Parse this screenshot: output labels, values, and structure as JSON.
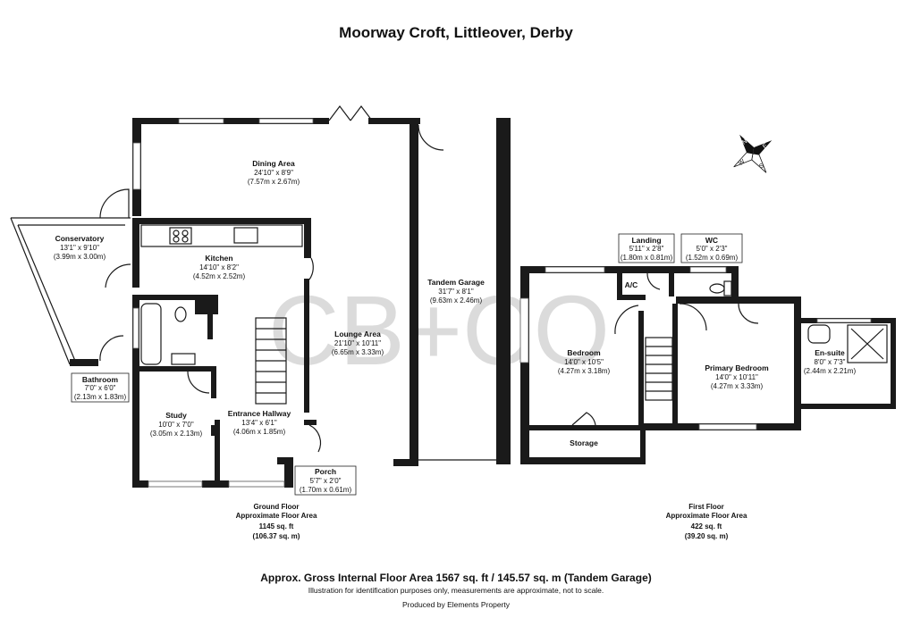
{
  "title": "Moorway Croft, Littleover, Derby",
  "watermark": "CB+CO",
  "rooms": {
    "dining": {
      "name": "Dining Area",
      "dim_imperial": "24'10\" x 8'9\"",
      "dim_metric": "(7.57m x 2.67m)"
    },
    "conservatory": {
      "name": "Conservatory",
      "dim_imperial": "13'1\" x 9'10\"",
      "dim_metric": "(3.99m x 3.00m)"
    },
    "kitchen": {
      "name": "Kitchen",
      "dim_imperial": "14'10\" x 8'2\"",
      "dim_metric": "(4.52m x 2.52m)"
    },
    "lounge": {
      "name": "Lounge Area",
      "dim_imperial": "21'10\" x 10'11\"",
      "dim_metric": "(6.65m x 3.33m)"
    },
    "garage": {
      "name": "Tandem Garage",
      "dim_imperial": "31'7\" x 8'1\"",
      "dim_metric": "(9.63m x 2.46m)"
    },
    "bathroom": {
      "name": "Bathroom",
      "dim_imperial": "7'0\" x 6'0\"",
      "dim_metric": "(2.13m x 1.83m)"
    },
    "study": {
      "name": "Study",
      "dim_imperial": "10'0\" x 7'0\"",
      "dim_metric": "(3.05m x 2.13m)"
    },
    "hallway": {
      "name": "Entrance Hallway",
      "dim_imperial": "13'4\" x 6'1\"",
      "dim_metric": "(4.06m x 1.85m)"
    },
    "porch": {
      "name": "Porch",
      "dim_imperial": "5'7\" x 2'0\"",
      "dim_metric": "(1.70m x 0.61m)"
    },
    "landing": {
      "name": "Landing",
      "dim_imperial": "5'11\" x 2'8\"",
      "dim_metric": "(1.80m x 0.81m)"
    },
    "wc": {
      "name": "WC",
      "dim_imperial": "5'0\" x 2'3\"",
      "dim_metric": "(1.52m x 0.69m)"
    },
    "ac": {
      "name": "A/C"
    },
    "bedroom": {
      "name": "Bedroom",
      "dim_imperial": "14'0\" x 10'5\"",
      "dim_metric": "(4.27m x 3.18m)"
    },
    "storage": {
      "name": "Storage"
    },
    "primary": {
      "name": "Primary Bedroom",
      "dim_imperial": "14'0\" x 10'11\"",
      "dim_metric": "(4.27m x 3.33m)"
    },
    "ensuite": {
      "name": "En-suite",
      "dim_imperial": "8'0\" x 7'3\"",
      "dim_metric": "(2.44m x 2.21m)"
    }
  },
  "floors": {
    "ground": {
      "line1": "Ground Floor",
      "line2": "Approximate Floor Area",
      "line3": "1145 sq. ft",
      "line4": "(106.37 sq. m)"
    },
    "first": {
      "line1": "First Floor",
      "line2": "Approximate Floor Area",
      "line3": "422 sq. ft",
      "line4": "(39.20 sq. m)"
    }
  },
  "footer": {
    "gross": "Approx. Gross Internal Floor Area 1567 sq. ft / 145.57 sq. m (Tandem Garage)",
    "disclaimer": "Illustration for identification purposes only, measurements are approximate, not to scale.",
    "producer": "Produced by Elements Property"
  },
  "compass": {
    "n": "N",
    "s": "S",
    "e": "E",
    "w": "W"
  }
}
